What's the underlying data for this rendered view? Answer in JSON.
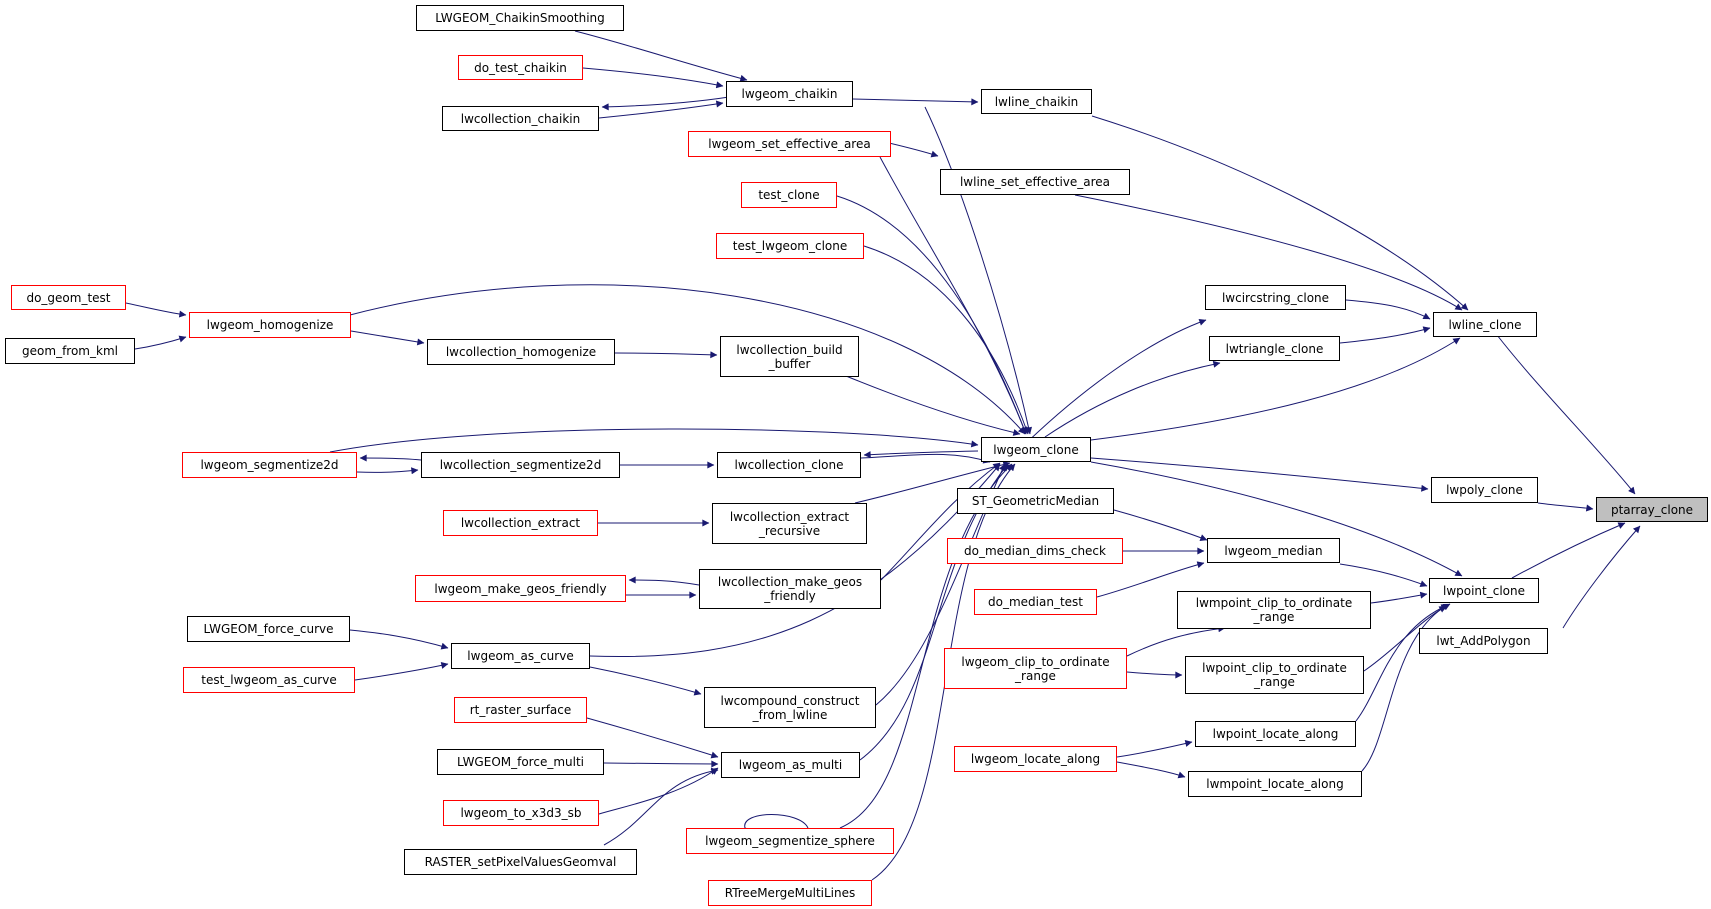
{
  "title": "ptarray_clone",
  "colors": {
    "edge": "#191970",
    "border": "#000000",
    "border_undocumented": "#ff0000",
    "focus_fill": "#bfbfbf"
  },
  "nodes": {
    "ptarray_clone": "ptarray_clone",
    "lwline_clone": "lwline_clone",
    "lwpoly_clone": "lwpoly_clone",
    "lwpoint_clone": "lwpoint_clone",
    "lwt_AddPolygon": "lwt_AddPolygon",
    "lwline_chaikin": "lwline_chaikin",
    "lwline_set_effective_area": "lwline_set_effective_area",
    "lwcircstring_clone": "lwcircstring_clone",
    "lwtriangle_clone": "lwtriangle_clone",
    "lwgeom_clone": "lwgeom_clone",
    "lwgeom_median": "lwgeom_median",
    "lwmpoint_clip_to_ordinate_range": "lwmpoint_clip_to_ordinate\n_range",
    "lwpoint_clip_to_ordinate_range": "lwpoint_clip_to_ordinate\n_range",
    "lwpoint_locate_along": "lwpoint_locate_along",
    "lwmpoint_locate_along": "lwmpoint_locate_along",
    "LWGEOM_ChaikinSmoothing": "LWGEOM_ChaikinSmoothing",
    "do_test_chaikin": "do_test_chaikin",
    "lwcollection_chaikin": "lwcollection_chaikin",
    "lwgeom_chaikin": "lwgeom_chaikin",
    "lwgeom_set_effective_area": "lwgeom_set_effective_area",
    "test_clone": "test_clone",
    "test_lwgeom_clone": "test_lwgeom_clone",
    "do_geom_test": "do_geom_test",
    "geom_from_kml": "geom_from_kml",
    "lwgeom_homogenize": "lwgeom_homogenize",
    "lwcollection_homogenize": "lwcollection_homogenize",
    "lwcollection_build_buffer": "lwcollection_build\n_buffer",
    "lwgeom_segmentize2d": "lwgeom_segmentize2d",
    "lwcollection_segmentize2d": "lwcollection_segmentize2d",
    "lwcollection_clone": "lwcollection_clone",
    "lwcollection_extract": "lwcollection_extract",
    "lwcollection_extract_recursive": "lwcollection_extract\n_recursive",
    "lwgeom_make_geos_friendly": "lwgeom_make_geos_friendly",
    "lwcollection_make_geos_friendly": "lwcollection_make_geos\n_friendly",
    "LWGEOM_force_curve": "LWGEOM_force_curve",
    "test_lwgeom_as_curve": "test_lwgeom_as_curve",
    "lwgeom_as_curve": "lwgeom_as_curve",
    "lwcompound_construct_from_lwline": "lwcompound_construct\n_from_lwline",
    "rt_raster_surface": "rt_raster_surface",
    "LWGEOM_force_multi": "LWGEOM_force_multi",
    "lwgeom_to_x3d3_sb": "lwgeom_to_x3d3_sb",
    "RASTER_setPixelValuesGeomval": "RASTER_setPixelValuesGeomval",
    "lwgeom_as_multi": "lwgeom_as_multi",
    "lwgeom_segmentize_sphere": "lwgeom_segmentize_sphere",
    "RTreeMergeMultiLines": "RTreeMergeMultiLines",
    "ST_GeometricMedian": "ST_GeometricMedian",
    "do_median_dims_check": "do_median_dims_check",
    "do_median_test": "do_median_test",
    "lwgeom_clip_to_ordinate_range": "lwgeom_clip_to_ordinate\n_range",
    "lwgeom_locate_along": "lwgeom_locate_along"
  }
}
